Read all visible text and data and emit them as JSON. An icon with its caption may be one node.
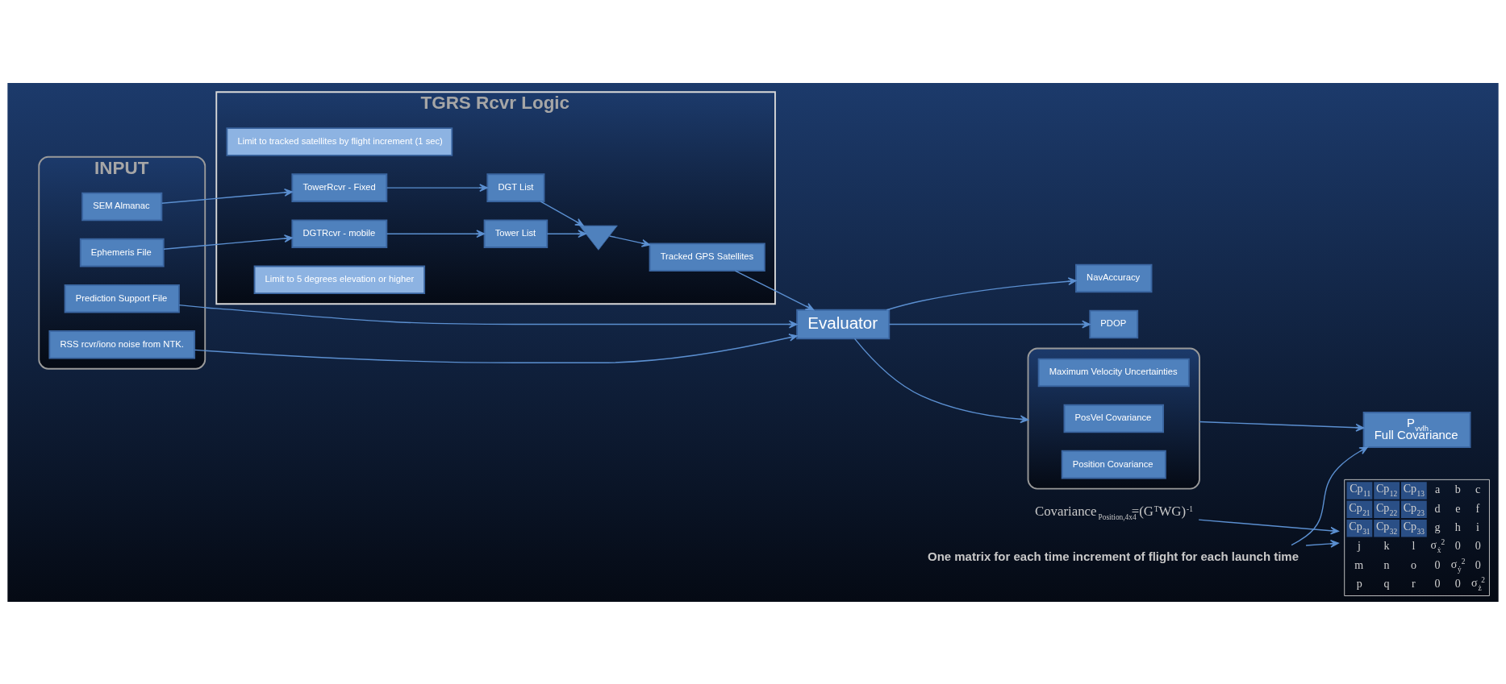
{
  "diagram": {
    "nodes": [
      {
        "text": [
          "INPUT"
        ]
      },
      {
        "text": [
          "Ephemeris File"
        ],
        "in": 0
      },
      {
        "text": [
          "SEM Almanac"
        ],
        "in": 0
      },
      {
        "text": [
          "RSS rcvr/iono noise from NTK."
        ],
        "in": 0
      },
      {
        "text": [
          "Prediction Support File"
        ],
        "in": 0
      },
      {
        "text": [
          "TGRS Rcvr Logic"
        ]
      },
      {
        "text": [
          "Limit to 5 degrees elevation or higher"
        ],
        "in": 5
      },
      {
        "text": [
          "DGTRcvr - mobile"
        ],
        "in": 5
      },
      {
        "text": [
          "TowerRcvr - Fixed"
        ],
        "in": 5
      },
      {
        "text": [
          "Limit to tracked satellites by flight increment (1 sec)"
        ],
        "in": 5
      },
      {
        "text": [
          "Tower List"
        ],
        "in": 5
      },
      {
        "text": [
          "DGT List"
        ],
        "in": 5
      },
      {
        "text": [],
        "shape": "triangle",
        "in": 5
      },
      {
        "text": [
          "Tracked GPS Satellites"
        ],
        "in": 5
      },
      {
        "text": [
          "Evaluator"
        ]
      },
      {
        "text": [
          "PDOP"
        ]
      },
      {
        "text": [
          "NavAccuracy"
        ]
      },
      {
        "text": [],
        "shape": "box"
      },
      {
        "text": [
          "Position Covariance"
        ],
        "in": 17
      },
      {
        "text": [
          "PosVel Covariance"
        ],
        "in": 17
      },
      {
        "text": [
          "Maximum Velocity Uncertainties"
        ],
        "in": 17
      },
      {
        "text": [
          "P$_{vvlh}$",
          "Full Covariance"
        ]
      },
      {
        "text": [
          "One matrix for each time increment of flight for each launch time"
        ]
      },
      {
        "text": [
          "Covariance$_{Position,4x4}$=(G$^{T}$WG)$^{-1}$"
        ]
      },
      {
        "text": [
          "Cp$_{11}$ Cp$_{12}$ Cp$_{13}$ a b c",
          "Cp$_{21}$ Cp$_{22}$ Cp$_{23}$ d e f",
          "Cp$_{31}$ Cp$_{32}$ Cp$_{33}$ g h i",
          "j k l σ$_{ẋ}$$^{2}$ 0 0",
          "m n o 0 σ$_{ẏ}$$^{2}$ 0",
          "p q r 0 0 σ$_{ż}$$^{2}$"
        ]
      }
    ],
    "edges": [
      {
        "from": 1,
        "to": 7,
        "arrow": "to"
      },
      {
        "from": 2,
        "to": 8,
        "arrow": "to"
      },
      {
        "from": 7,
        "to": 10,
        "arrow": "to"
      },
      {
        "from": 8,
        "to": 11,
        "arrow": "to"
      },
      {
        "from": 10,
        "to": 12,
        "arrow": "to"
      },
      {
        "from": 11,
        "to": 12,
        "arrow": "to"
      },
      {
        "from": 12,
        "to": 13,
        "arrow": "to"
      },
      {
        "from": 13,
        "to": 14,
        "arrow": "to"
      },
      {
        "from": 3,
        "to": 14,
        "arrow": "to"
      },
      {
        "from": 4,
        "to": 14,
        "arrow": "to"
      },
      {
        "from": 14,
        "to": 15,
        "arrow": "to"
      },
      {
        "from": 14,
        "to": 16,
        "arrow": "to"
      },
      {
        "from": 14,
        "to": 17,
        "arrow": "to"
      },
      {
        "from": 17,
        "to": 21,
        "arrow": "to"
      },
      {
        "from": 23,
        "to": 24,
        "arrow": "to"
      },
      {
        "from": 22,
        "to": 24,
        "arrow": "to"
      },
      {
        "from": 22,
        "to": 21,
        "arrow": "to"
      }
    ]
  }
}
